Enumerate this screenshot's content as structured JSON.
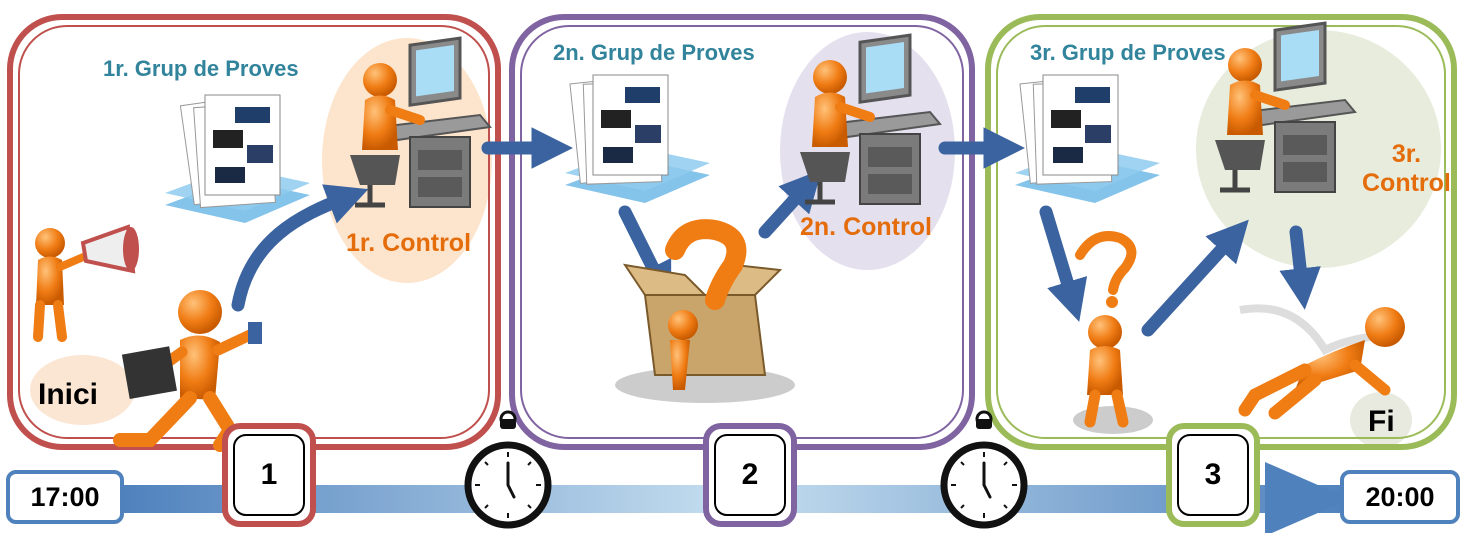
{
  "stage1": {
    "group_label": "1r. Grup de Proves",
    "control_label": "1r. Control",
    "start_label": "Inici",
    "number": "1"
  },
  "stage2": {
    "group_label": "2n. Grup de Proves",
    "control_label": "2n. Control",
    "number": "2"
  },
  "stage3": {
    "group_label": "3r. Grup de Proves",
    "control_label_line1": "3r.",
    "control_label_line2": "Control",
    "end_label": "Fi",
    "number": "3"
  },
  "timeline": {
    "start_time": "17:00",
    "end_time": "20:00"
  },
  "colors": {
    "stage1": "#c0504d",
    "stage2": "#8064a2",
    "stage3": "#9bbb59",
    "arrow": "#3b63a0",
    "timeline": "#4f81bd",
    "figure": "#f07c14",
    "label_group": "#31849b",
    "label_control": "#e46c0a"
  },
  "icons": [
    "document-stack-icon",
    "computer-desk-person-icon",
    "megaphone-person-icon",
    "running-person-icon",
    "question-box-icon",
    "thinking-person-icon",
    "finish-line-person-icon",
    "stopwatch-icon"
  ]
}
